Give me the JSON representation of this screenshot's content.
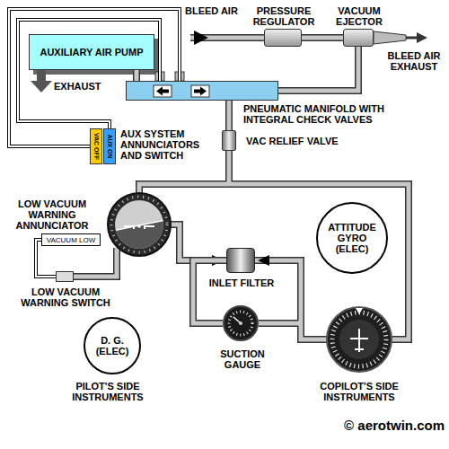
{
  "diagram": {
    "nodes": [
      {
        "text": [
          "PRESSURE REGULATOR"
        ]
      },
      {
        "text": [
          "VACUUM EJECTOR"
        ]
      },
      {
        "text": [
          "AUXILIARY AIR PUMP"
        ]
      },
      {
        "text": [
          "PNEUMATIC MANIFOLD WITH INTEGRAL CHECK VALVES"
        ]
      },
      {
        "text": [
          "VAC OFF"
        ]
      },
      {
        "text": [
          "AUX ON"
        ]
      },
      {
        "text": [
          "VAC RELIEF VALVE"
        ]
      },
      {
        "text": [
          "LOW VACUUM WARNING ANNUNCIATOR",
          "VACUUM LOW"
        ]
      },
      {
        "text": [
          "LOW VACUUM WARNING SWITCH"
        ]
      },
      {
        "text": [
          "ATTITUDE GYRO (ELEC)"
        ]
      },
      {
        "text": [
          "INLET FILTER"
        ]
      },
      {
        "text": [
          "D. G. (ELEC)"
        ]
      },
      {
        "text": [
          "SUCTION GAUGE"
        ]
      }
    ],
    "edges": [
      {
        "from": 0,
        "to": 1,
        "arrow": "none"
      },
      {
        "from": 1,
        "to": 3,
        "arrow": "none"
      },
      {
        "from": 2,
        "to": 3,
        "arrow": "none"
      },
      {
        "from": 3,
        "to": 4,
        "arrow": "none"
      },
      {
        "from": 3,
        "to": 5,
        "arrow": "none"
      },
      {
        "from": 3,
        "to": 6,
        "arrow": "none"
      },
      {
        "from": 8,
        "to": 7,
        "arrow": "none"
      },
      {
        "from": 10,
        "to": 12,
        "arrow": "none"
      }
    ],
    "labels": [
      "BLEED AIR",
      "BLEED AIR EXHAUST",
      "EXHAUST",
      "AUX SYSTEM ANNUNCIATORS AND SWITCH",
      "PILOT'S SIDE INSTRUMENTS",
      "COPILOT'S SIDE INSTRUMENTS",
      "© aerotwin.com"
    ]
  }
}
